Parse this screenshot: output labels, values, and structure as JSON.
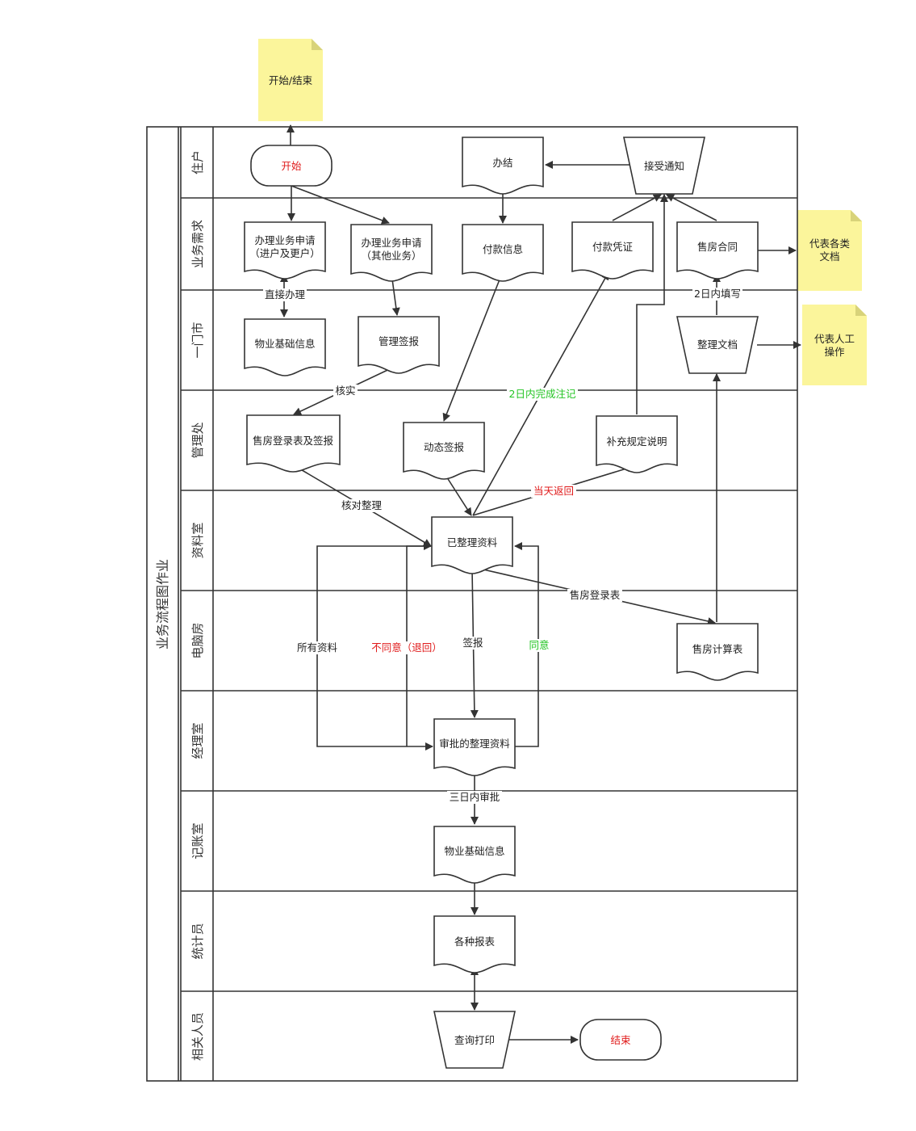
{
  "diagram": {
    "title": "业务流程图作业",
    "lanes": [
      "住户",
      "业务需求",
      "一门市",
      "管理处",
      "资料室",
      "电脑房",
      "经理室",
      "记账室",
      "统计员",
      "相关人员"
    ],
    "notes": {
      "start_end": "开始/结束",
      "doc_line1": "代表各类",
      "doc_line2": "文档",
      "manual_line1": "代表人工",
      "manual_line2": "操作"
    },
    "nodes": {
      "start": "开始",
      "done": "办结",
      "receive_notice": "接受通知",
      "apply1_line1": "办理业务申请",
      "apply1_line2": "（进户及更户）",
      "apply2_line1": "办理业务申请",
      "apply2_line2": "（其他业务）",
      "payment_info": "付款信息",
      "payment_voucher": "付款凭证",
      "sales_contract": "售房合同",
      "property_info_1": "物业基础信息",
      "mgmt_sign": "管理签报",
      "organize_docs": "整理文档",
      "sales_register": "售房登录表及签报",
      "dynamic_sign": "动态签报",
      "supplement": "补充规定说明",
      "organized_data": "已整理资料",
      "sales_calc": "售房计算表",
      "approved_data": "审批的整理资料",
      "property_info_2": "物业基础信息",
      "reports": "各种报表",
      "query_print": "查询打印",
      "end": "结束"
    },
    "edge_labels": {
      "direct": "直接办理",
      "verify": "核实",
      "two_day_note": "2日内完成注记",
      "fill_2days": "2日内填写",
      "same_day": "当天返回",
      "check_org": "核对整理",
      "sales_reg_table": "售房登录表",
      "all_data": "所有资料",
      "disagree": "不同意（退回）",
      "sign": "签报",
      "agree": "同意",
      "three_day": "三日内审批"
    },
    "colors": {
      "start_end_text": "#e01b1b",
      "positive_label": "#23c423",
      "negative_label": "#e01b1b",
      "note_fill": "#fbf59b"
    }
  }
}
